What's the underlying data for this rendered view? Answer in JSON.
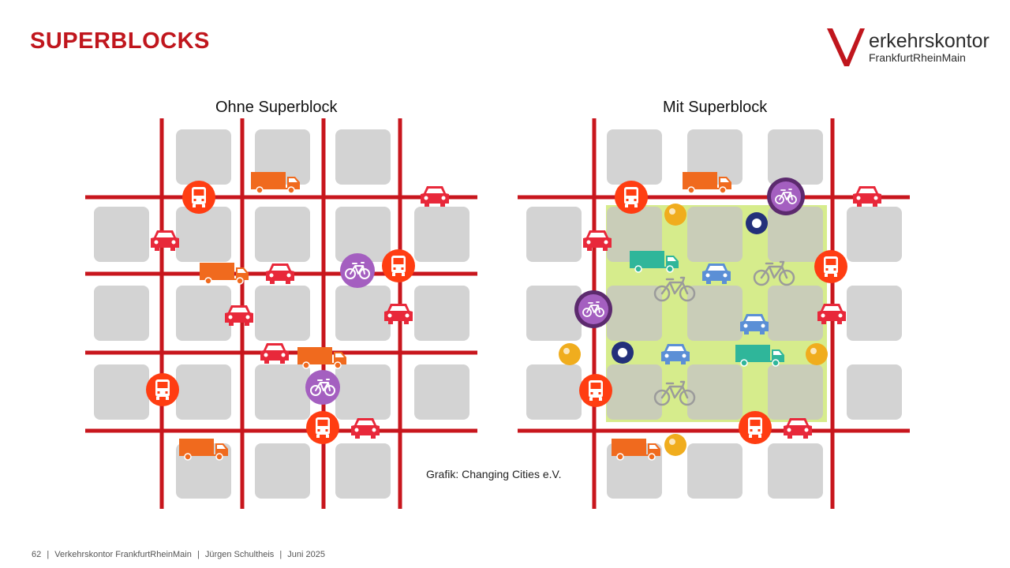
{
  "header": {
    "title": "SUPERBLOCKS"
  },
  "logo": {
    "line1": "erkehrskontor",
    "line2": "FrankfurtRheinMain"
  },
  "panels": [
    {
      "title": "Ohne Superblock"
    },
    {
      "title": "Mit Superblock"
    }
  ],
  "credit": "Grafik: Changing Cities e.V.",
  "footer": {
    "page": "62",
    "sep1": "|",
    "org": "Verkehrskontor FrankfurtRheinMain",
    "sep2": "|",
    "author": "Jürgen Schultheis",
    "sep3": "|",
    "date": "Juni 2025"
  },
  "colors": {
    "accent": "#c0161d",
    "road": "#c8161d",
    "block": "#d3d3d3",
    "zone": "#d6ec8c",
    "bus": "#ff3d12",
    "car": "#e8283a",
    "truck": "#f06a1e",
    "bike_purple": "#a45fc0",
    "calm_car": "#5b8fd6",
    "calm_truck": "#2fb69a",
    "bollard": "#23307a",
    "bench": "#f0ad1e"
  }
}
